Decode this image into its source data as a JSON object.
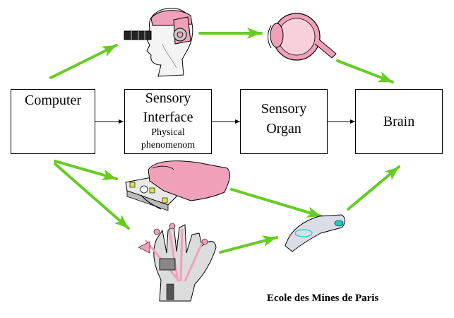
{
  "boxes": {
    "computer": {
      "label": "Computer"
    },
    "interface": {
      "label_line1": "Sensory",
      "label_line2": "Interface",
      "sub_line1": "Physical",
      "sub_line2": "phenomenom"
    },
    "organ": {
      "label_line1": "Sensory",
      "label_line2": "Organ"
    },
    "brain": {
      "label": "Brain"
    }
  },
  "footer": {
    "credit": "Ecole des Mines de Paris"
  },
  "colors": {
    "arrow_green": "#66cc22",
    "skin": "#f0a0b8",
    "screen": "#2244dd",
    "cyan": "#22c8c8",
    "grey": "#c8c8c8"
  }
}
